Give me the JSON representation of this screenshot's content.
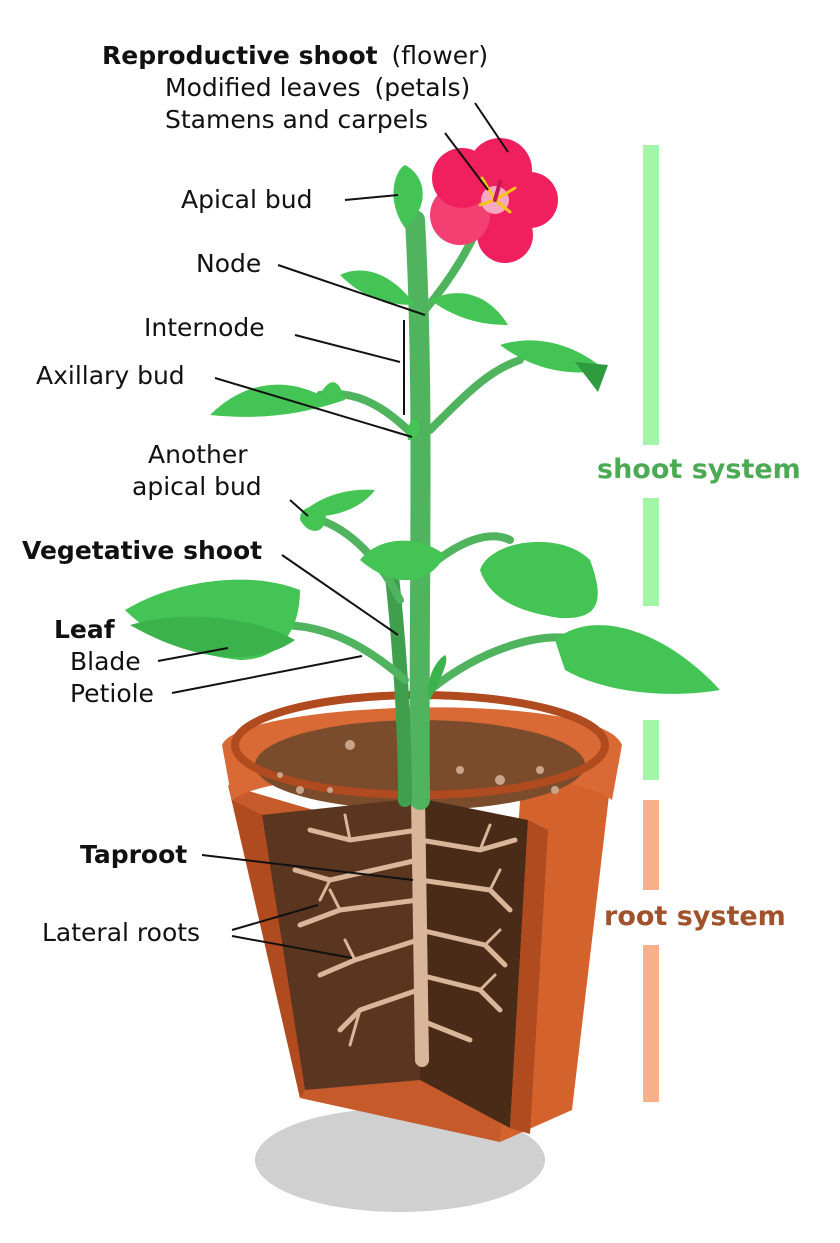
{
  "labels": {
    "reproductive_shoot": {
      "main": "Reproductive shoot",
      "note": "(flower)"
    },
    "modified_leaves": {
      "main": "Modified leaves",
      "note": "(petals)"
    },
    "stamens_carpels": "Stamens and carpels",
    "apical_bud": "Apical bud",
    "node": "Node",
    "internode": "Internode",
    "axillary_bud": "Axillary bud",
    "another_apical_bud": [
      "Another",
      "apical bud"
    ],
    "vegetative_shoot": "Vegetative shoot",
    "leaf": "Leaf",
    "blade": "Blade",
    "petiole": "Petiole",
    "taproot": "Taproot",
    "lateral_roots": "Lateral roots"
  },
  "systems": {
    "shoot": {
      "label": "shoot system",
      "color": "#4caa55",
      "bar_color": "#a3f5a8"
    },
    "root": {
      "label": "root system",
      "color": "#a0522d",
      "bar_color": "#f7b08a"
    }
  },
  "colors": {
    "leaf": "#44c455",
    "leaf_dark": "#2f9a3e",
    "stem": "#4fb45d",
    "petal": "#f0205f",
    "pot": "#c65a2a",
    "pot_rim": "#d96a35",
    "soil": "#5a3620",
    "root": "#d9b59a"
  }
}
